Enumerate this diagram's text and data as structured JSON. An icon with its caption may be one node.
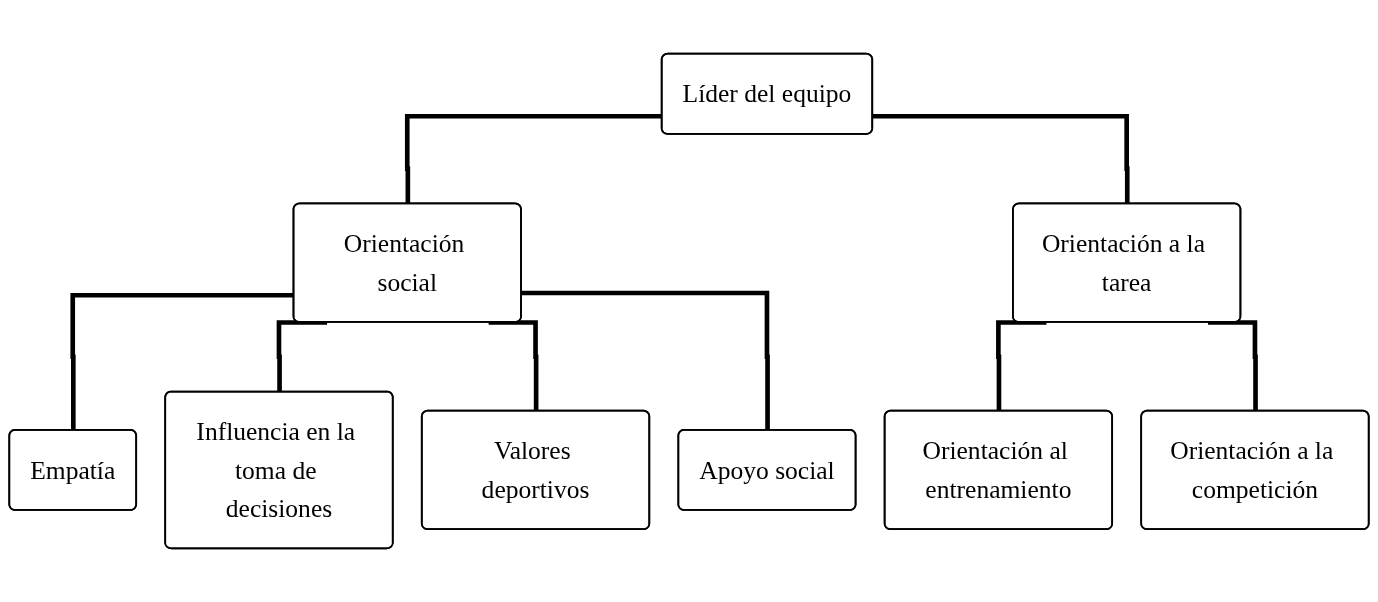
{
  "diagram": {
    "nodes": [
      {
        "text": [
          "Líder del equipo"
        ]
      },
      {
        "text": [
          "Orientación social"
        ]
      },
      {
        "text": [
          "Orientación a la tarea"
        ]
      },
      {
        "text": [
          "Empatía"
        ]
      },
      {
        "text": [
          "Influencia en la toma de decisiones"
        ]
      },
      {
        "text": [
          "Valores deportivos"
        ]
      },
      {
        "text": [
          "Apoyo social"
        ]
      },
      {
        "text": [
          "Orientación al entrenamiento"
        ]
      },
      {
        "text": [
          "Orientación a la competición"
        ]
      }
    ],
    "edges": [
      {
        "from": 0,
        "to": 1,
        "arrow": "none"
      },
      {
        "from": 0,
        "to": 2,
        "arrow": "none"
      },
      {
        "from": 1,
        "to": 3,
        "arrow": "none"
      },
      {
        "from": 1,
        "to": 4,
        "arrow": "none"
      },
      {
        "from": 1,
        "to": 5,
        "arrow": "none"
      },
      {
        "from": 1,
        "to": 6,
        "arrow": "none"
      },
      {
        "from": 2,
        "to": 7,
        "arrow": "none"
      },
      {
        "from": 2,
        "to": 8,
        "arrow": "none"
      }
    ]
  }
}
